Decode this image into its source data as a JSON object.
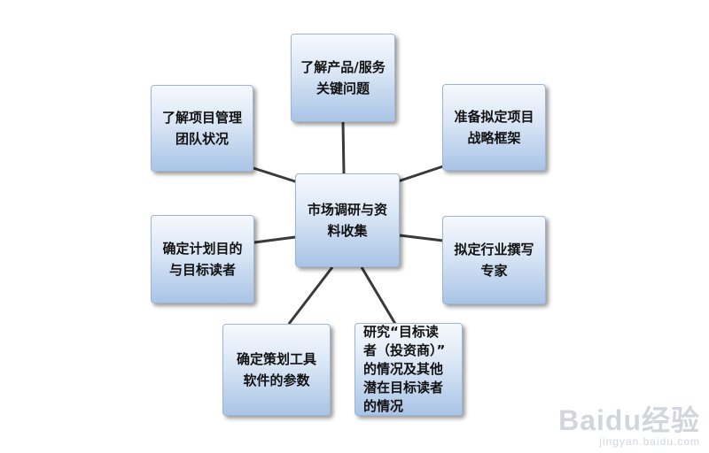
{
  "center": "市场调研与资\n料收集",
  "nodes": {
    "top": "了解产品/服务\n关键问题",
    "top_left": "了解项目管理\n团队状况",
    "top_right": "准备拟定项目\n战略框架",
    "left": "确定计划目的\n与目标读者",
    "right": "拟定行业撰写\n专家",
    "bottom_left": "确定策划工具\n软件的参数",
    "bottom_right": "研究“目标读\n者（投资商）”\n的情况及其他\n潜在目标读者\n的情况"
  },
  "watermark": {
    "brand": "Baidu经验",
    "url": "jingyan.baidu.com"
  }
}
